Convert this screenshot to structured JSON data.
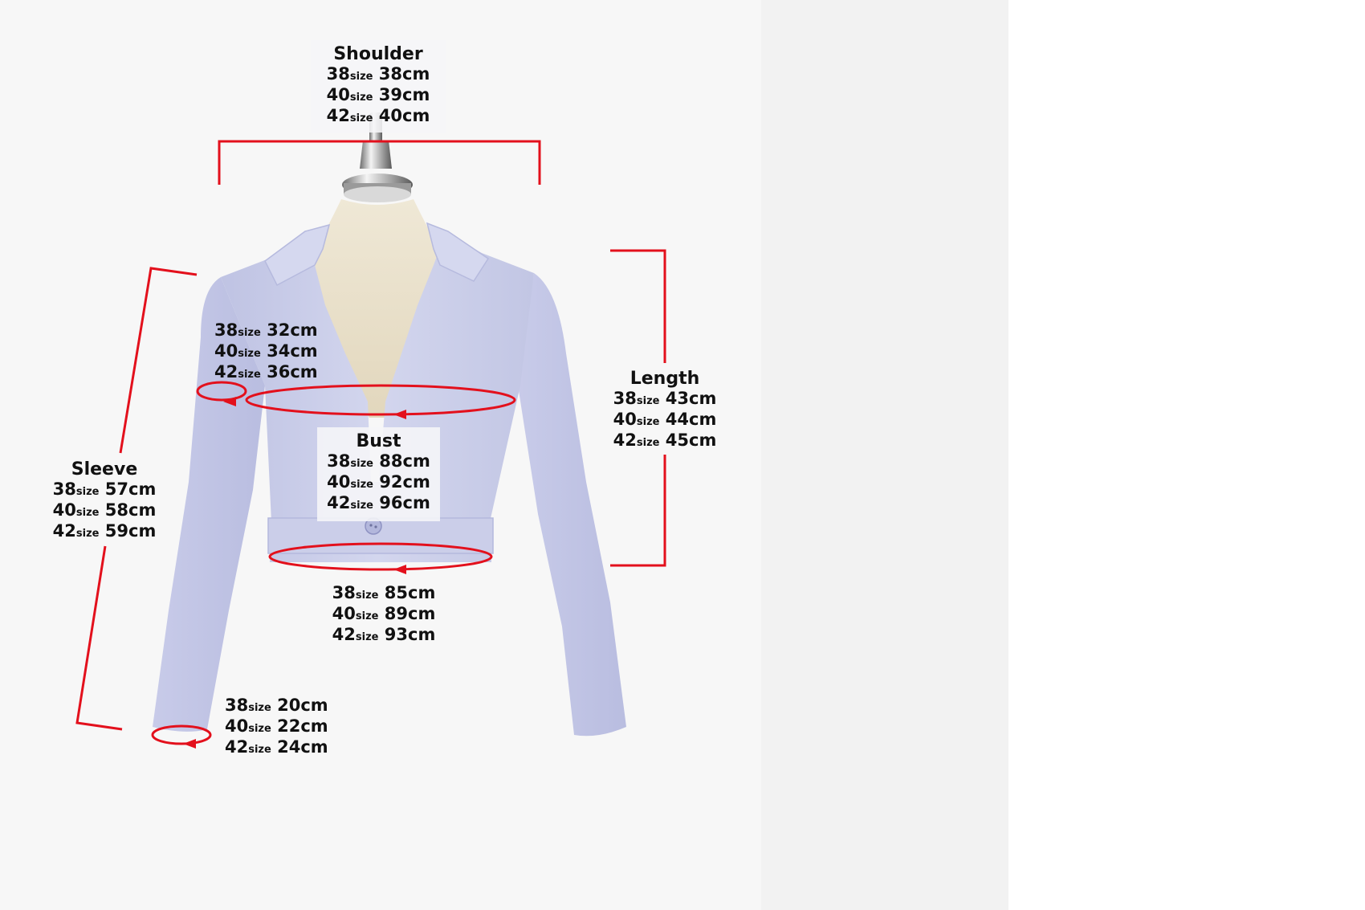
{
  "size_suffix": "size",
  "colors": {
    "background": "#f7f7f7",
    "jacket": "#c9cde9",
    "measure_line": "#e3101c",
    "mannequin": "#ece4cf",
    "label_text": "#111111"
  },
  "measurements": {
    "shoulder": {
      "title": "Shoulder",
      "rows": [
        {
          "size": "38",
          "value": "38cm"
        },
        {
          "size": "40",
          "value": "39cm"
        },
        {
          "size": "42",
          "value": "40cm"
        }
      ]
    },
    "armhole": {
      "title": "",
      "rows": [
        {
          "size": "38",
          "value": "32cm"
        },
        {
          "size": "40",
          "value": "34cm"
        },
        {
          "size": "42",
          "value": "36cm"
        }
      ]
    },
    "length": {
      "title": "Length",
      "rows": [
        {
          "size": "38",
          "value": "43cm"
        },
        {
          "size": "40",
          "value": "44cm"
        },
        {
          "size": "42",
          "value": "45cm"
        }
      ]
    },
    "bust": {
      "title": "Bust",
      "rows": [
        {
          "size": "38",
          "value": "88cm"
        },
        {
          "size": "40",
          "value": "92cm"
        },
        {
          "size": "42",
          "value": "96cm"
        }
      ]
    },
    "sleeve": {
      "title": "Sleeve",
      "rows": [
        {
          "size": "38",
          "value": "57cm"
        },
        {
          "size": "40",
          "value": "58cm"
        },
        {
          "size": "42",
          "value": "59cm"
        }
      ]
    },
    "hem": {
      "title": "",
      "rows": [
        {
          "size": "38",
          "value": "85cm"
        },
        {
          "size": "40",
          "value": "89cm"
        },
        {
          "size": "42",
          "value": "93cm"
        }
      ]
    },
    "cuff": {
      "title": "",
      "rows": [
        {
          "size": "38",
          "value": "20cm"
        },
        {
          "size": "40",
          "value": "22cm"
        },
        {
          "size": "42",
          "value": "24cm"
        }
      ]
    }
  }
}
